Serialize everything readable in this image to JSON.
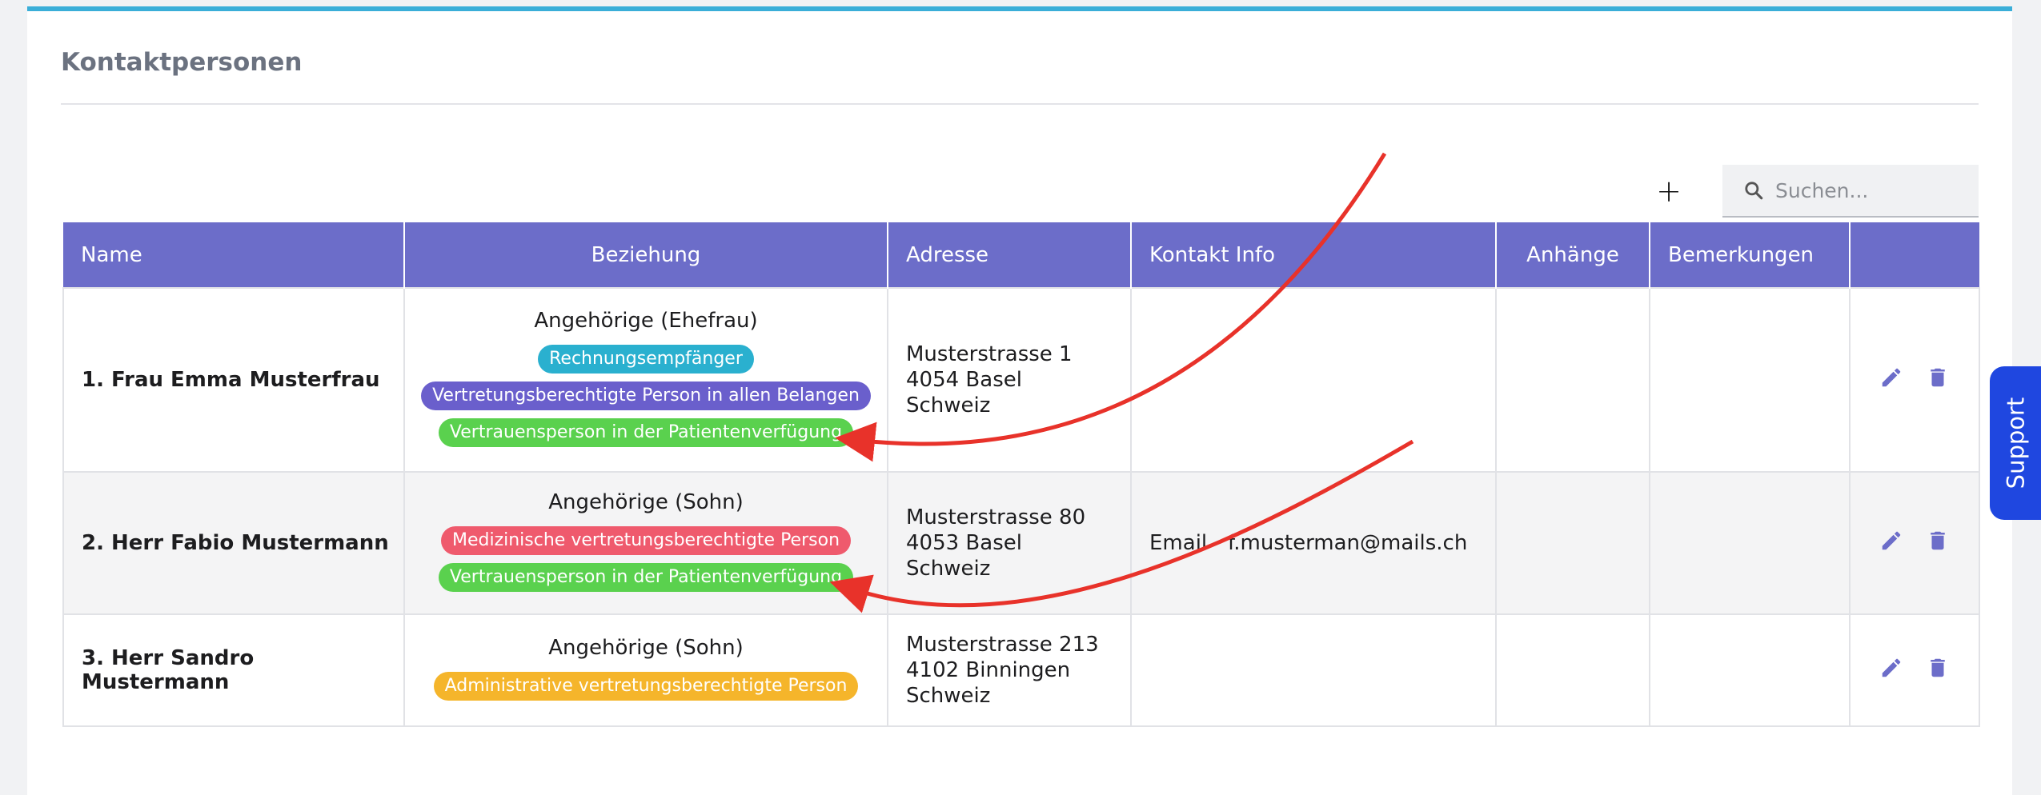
{
  "section": {
    "title": "Kontaktpersonen"
  },
  "toolbar": {
    "add_label": "+",
    "search_placeholder": "Suchen..."
  },
  "table": {
    "headers": [
      "Name",
      "Beziehung",
      "Adresse",
      "Kontakt Info",
      "Anhänge",
      "Bemerkungen"
    ],
    "rows": [
      {
        "name": "1. Frau Emma Musterfrau",
        "relation": "Angehörige (Ehefrau)",
        "badges": [
          {
            "label": "Rechnungsempfänger",
            "color": "#2ab0cf"
          },
          {
            "label": "Vertretungsberechtigte Person in allen Belangen",
            "color": "#6a5fcc"
          },
          {
            "label": "Vertrauensperson in der Patientenverfügung",
            "color": "#5ad14e"
          }
        ],
        "address": [
          "Musterstrasse 1",
          "4054 Basel",
          "Schweiz"
        ],
        "contact": {
          "label": "",
          "value": ""
        }
      },
      {
        "name": "2. Herr Fabio Mustermann",
        "relation": "Angehörige (Sohn)",
        "badges": [
          {
            "label": "Medizinische vertretungsberechtigte Person",
            "color": "#ef5a6d"
          },
          {
            "label": "Vertrauensperson in der Patientenverfügung",
            "color": "#5ad14e"
          }
        ],
        "address": [
          "Musterstrasse 80",
          "4053 Basel",
          "Schweiz"
        ],
        "contact": {
          "label": "Email",
          "value": "f.musterman@mails.ch"
        }
      },
      {
        "name": "3. Herr Sandro Mustermann",
        "relation": "Angehörige (Sohn)",
        "badges": [
          {
            "label": "Administrative vertretungsberechtigte Person",
            "color": "#f5b52b"
          }
        ],
        "address": [
          "Musterstrasse 213",
          "4102 Binningen",
          "Schweiz"
        ],
        "contact": {
          "label": "",
          "value": ""
        }
      }
    ]
  },
  "support": {
    "label": "Support"
  },
  "colors": {
    "accent_top": "#3aaed8",
    "header_bg": "#6c6dc9",
    "action_icon": "#6c6dc9",
    "support_bg": "#1f47e0",
    "annotation_arrow": "#e8322a"
  },
  "icons": {
    "search": "search-icon",
    "edit": "pencil-icon",
    "delete": "trash-icon"
  }
}
